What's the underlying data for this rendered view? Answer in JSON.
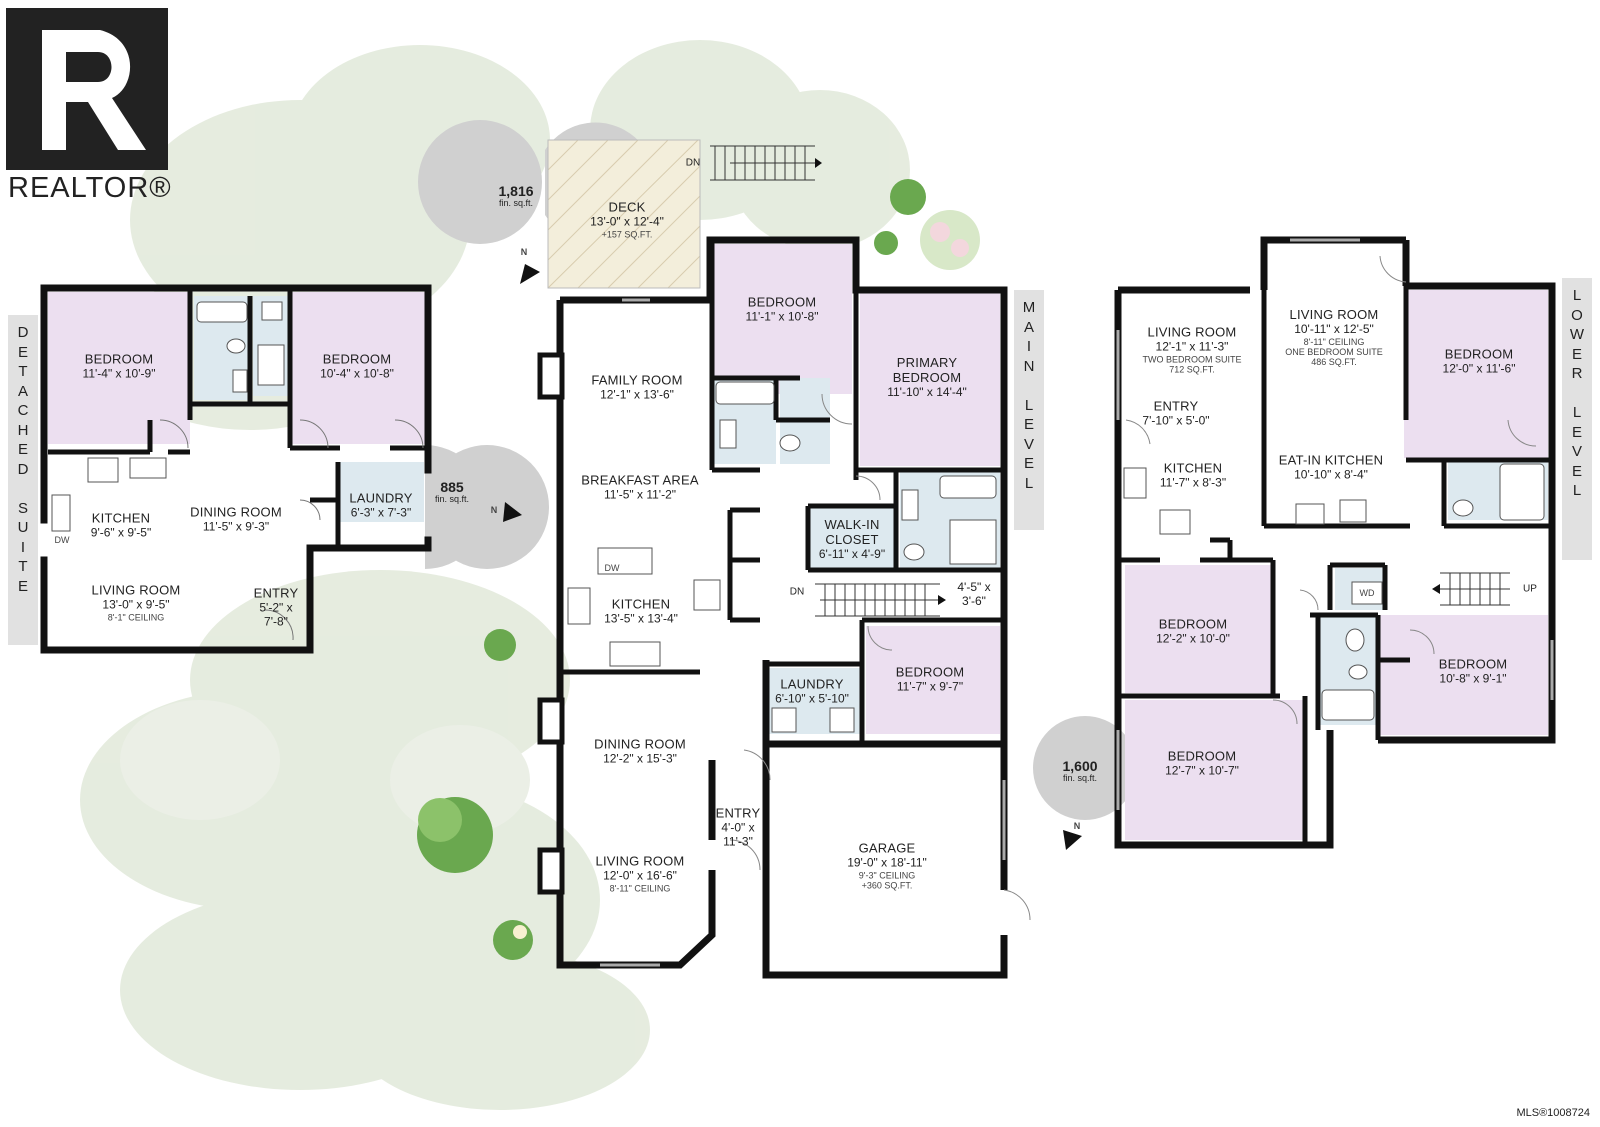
{
  "brand": {
    "logo_text": "REALTOR®",
    "mls_number": "MLS®1008724"
  },
  "colors": {
    "bedroom": "#ecdff0",
    "bath": "#dde9ef",
    "wall": "#111111",
    "foliage": "#dfe7d7",
    "tag_bg": "#e1e1e1",
    "deck": "#f1ebd6"
  },
  "levels": {
    "detached": {
      "tag": "DETACHED SUITE",
      "sqft": "885",
      "sqft_unit": "fin. sq.ft."
    },
    "main": {
      "tag": "MAIN LEVEL",
      "sqft": "1,816",
      "sqft_unit": "fin. sq.ft."
    },
    "lower": {
      "tag": "LOWER LEVEL",
      "sqft": "1,600",
      "sqft_unit": "fin. sq.ft."
    }
  },
  "north": "N",
  "rooms": {
    "det_bed1": {
      "name": "BEDROOM",
      "dim": "11'-4\" x 10'-9\""
    },
    "det_bed2": {
      "name": "BEDROOM",
      "dim": "10'-4\" x 10'-8\""
    },
    "det_kitchen": {
      "name": "KITCHEN",
      "dim": "9'-6\" x 9'-5\""
    },
    "det_dining": {
      "name": "DINING ROOM",
      "dim": "11'-5\" x 9'-3\""
    },
    "det_laundry": {
      "name": "LAUNDRY",
      "dim": "6'-3\" x 7'-3\""
    },
    "det_living": {
      "name": "LIVING ROOM",
      "dim": "13'-0\" x 9'-5\"",
      "note": "8'-1\" CEILING"
    },
    "det_entry": {
      "name": "ENTRY",
      "dim": "5'-2\" x",
      "dim2": "7'-8\""
    },
    "main_deck": {
      "name": "DECK",
      "dim": "13'-0\" x 12'-4\"",
      "note": "+157 SQ.FT."
    },
    "main_bed1": {
      "name": "BEDROOM",
      "dim": "11'-1\" x 10'-8\""
    },
    "main_family": {
      "name": "FAMILY ROOM",
      "dim": "12'-1\" x 13'-6\""
    },
    "main_primary": {
      "name": "PRIMARY",
      "name2": "BEDROOM",
      "dim": "11'-10\" x 14'-4\""
    },
    "main_breakfast": {
      "name": "BREAKFAST AREA",
      "dim": "11'-5\" x 11'-2\""
    },
    "main_walkin": {
      "name": "WALK-IN",
      "name2": "CLOSET",
      "dim": "6'-11\" x 4'-9\""
    },
    "main_kitchen": {
      "name": "KITCHEN",
      "dim": "13'-5\" x 13'-4\""
    },
    "main_small": {
      "dim": "4'-5\" x",
      "dim2": "3'-6\""
    },
    "main_laundry": {
      "name": "LAUNDRY",
      "dim": "6'-10\" x 5'-10\""
    },
    "main_bed2": {
      "name": "BEDROOM",
      "dim": "11'-7\" x 9'-7\""
    },
    "main_dining": {
      "name": "DINING ROOM",
      "dim": "12'-2\" x 15'-3\""
    },
    "main_entry": {
      "name": "ENTRY",
      "dim": "4'-0\" x",
      "dim2": "11'-3\""
    },
    "main_garage": {
      "name": "GARAGE",
      "dim": "19'-0\" x 18'-11\"",
      "note": "9'-3\" CEILING",
      "note2": "+360 SQ.FT."
    },
    "main_living": {
      "name": "LIVING ROOM",
      "dim": "12'-0\" x 16'-6\"",
      "note": "8'-11\" CEILING"
    },
    "low_living2": {
      "name": "LIVING ROOM",
      "dim": "12'-1\" x 11'-3\"",
      "note": "TWO BEDROOM SUITE",
      "note2": "712 SQ.FT."
    },
    "low_living1": {
      "name": "LIVING ROOM",
      "dim": "10'-11\" x 12'-5\"",
      "note": "8'-11\" CEILING",
      "note2": "ONE BEDROOM SUITE",
      "note3": "486 SQ.FT."
    },
    "low_bed1": {
      "name": "BEDROOM",
      "dim": "12'-0\" x 11'-6\""
    },
    "low_entry": {
      "name": "ENTRY",
      "dim": "7'-10\" x 5'-0\""
    },
    "low_kitchen2": {
      "name": "KITCHEN",
      "dim": "11'-7\" x 8'-3\""
    },
    "low_eatin": {
      "name": "EAT-IN KITCHEN",
      "dim": "10'-10\" x 8'-4\""
    },
    "low_bed2": {
      "name": "BEDROOM",
      "dim": "12'-2\" x 10'-0\""
    },
    "low_bed3": {
      "name": "BEDROOM",
      "dim": "10'-8\" x 9'-1\""
    },
    "low_bed4": {
      "name": "BEDROOM",
      "dim": "12'-7\" x 10'-7\""
    }
  },
  "appliances": {
    "dw": "DW",
    "wd": "WD"
  },
  "stairs": {
    "dn": "DN",
    "up": "UP"
  }
}
